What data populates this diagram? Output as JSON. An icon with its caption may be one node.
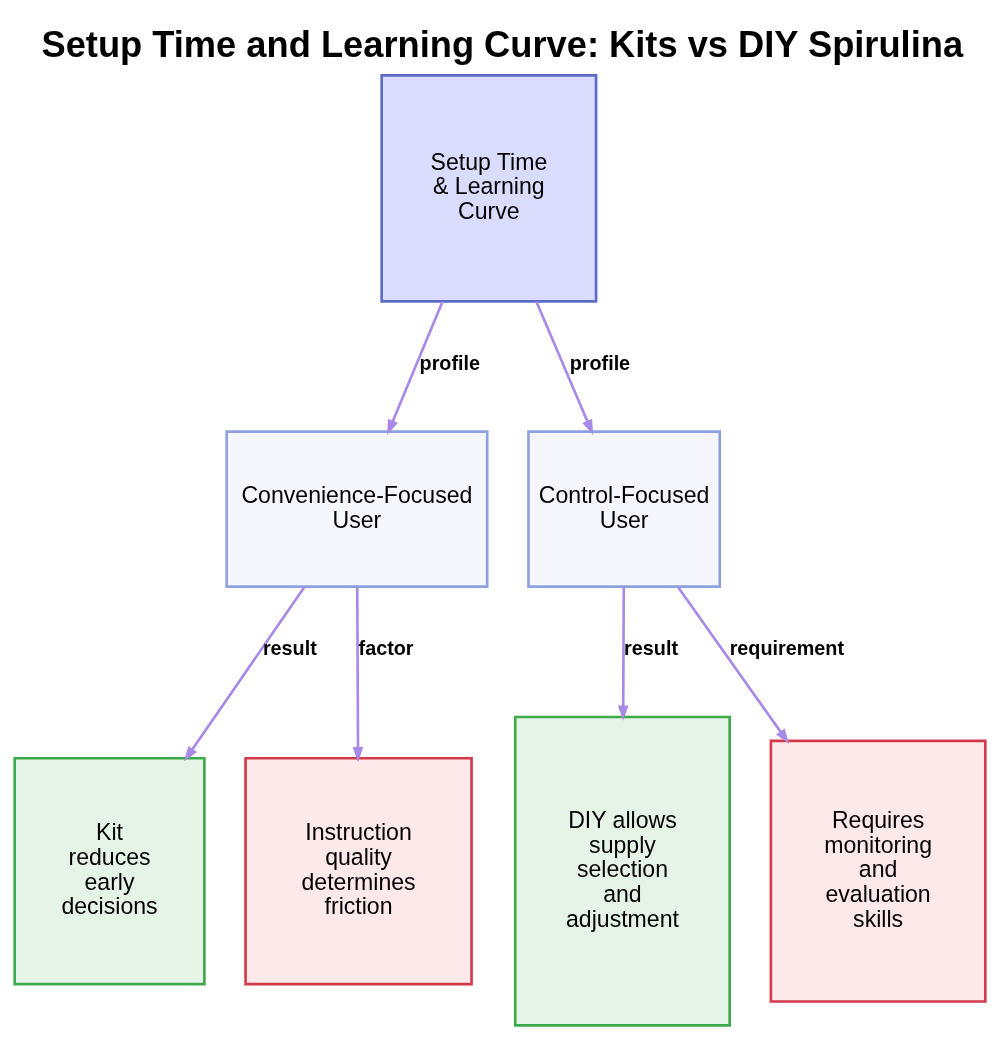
{
  "diagram": {
    "title": "Setup Time and Learning Curve: Kits vs DIY Spirulina",
    "nodes": [
      {
        "text": [
          "Setup Time & Learning Curve"
        ]
      },
      {
        "text": [
          "Convenience-Focused User"
        ]
      },
      {
        "text": [
          "Control-Focused User"
        ]
      },
      {
        "text": [
          "Kit reduces early decisions"
        ]
      },
      {
        "text": [
          "Instruction quality determines friction"
        ]
      },
      {
        "text": [
          "DIY allows supply selection and adjustment"
        ]
      },
      {
        "text": [
          "Requires monitoring and evaluation skills"
        ]
      }
    ],
    "edges": [
      {
        "from": 0,
        "to": 1,
        "arrow": "to",
        "label": "profile"
      },
      {
        "from": 0,
        "to": 2,
        "arrow": "to",
        "label": "profile"
      },
      {
        "from": 1,
        "to": 3,
        "arrow": "to",
        "label": "result"
      },
      {
        "from": 1,
        "to": 4,
        "arrow": "to",
        "label": "factor"
      },
      {
        "from": 2,
        "to": 5,
        "arrow": "to",
        "label": "result"
      },
      {
        "from": 2,
        "to": 6,
        "arrow": "to",
        "label": "requirement"
      }
    ]
  }
}
